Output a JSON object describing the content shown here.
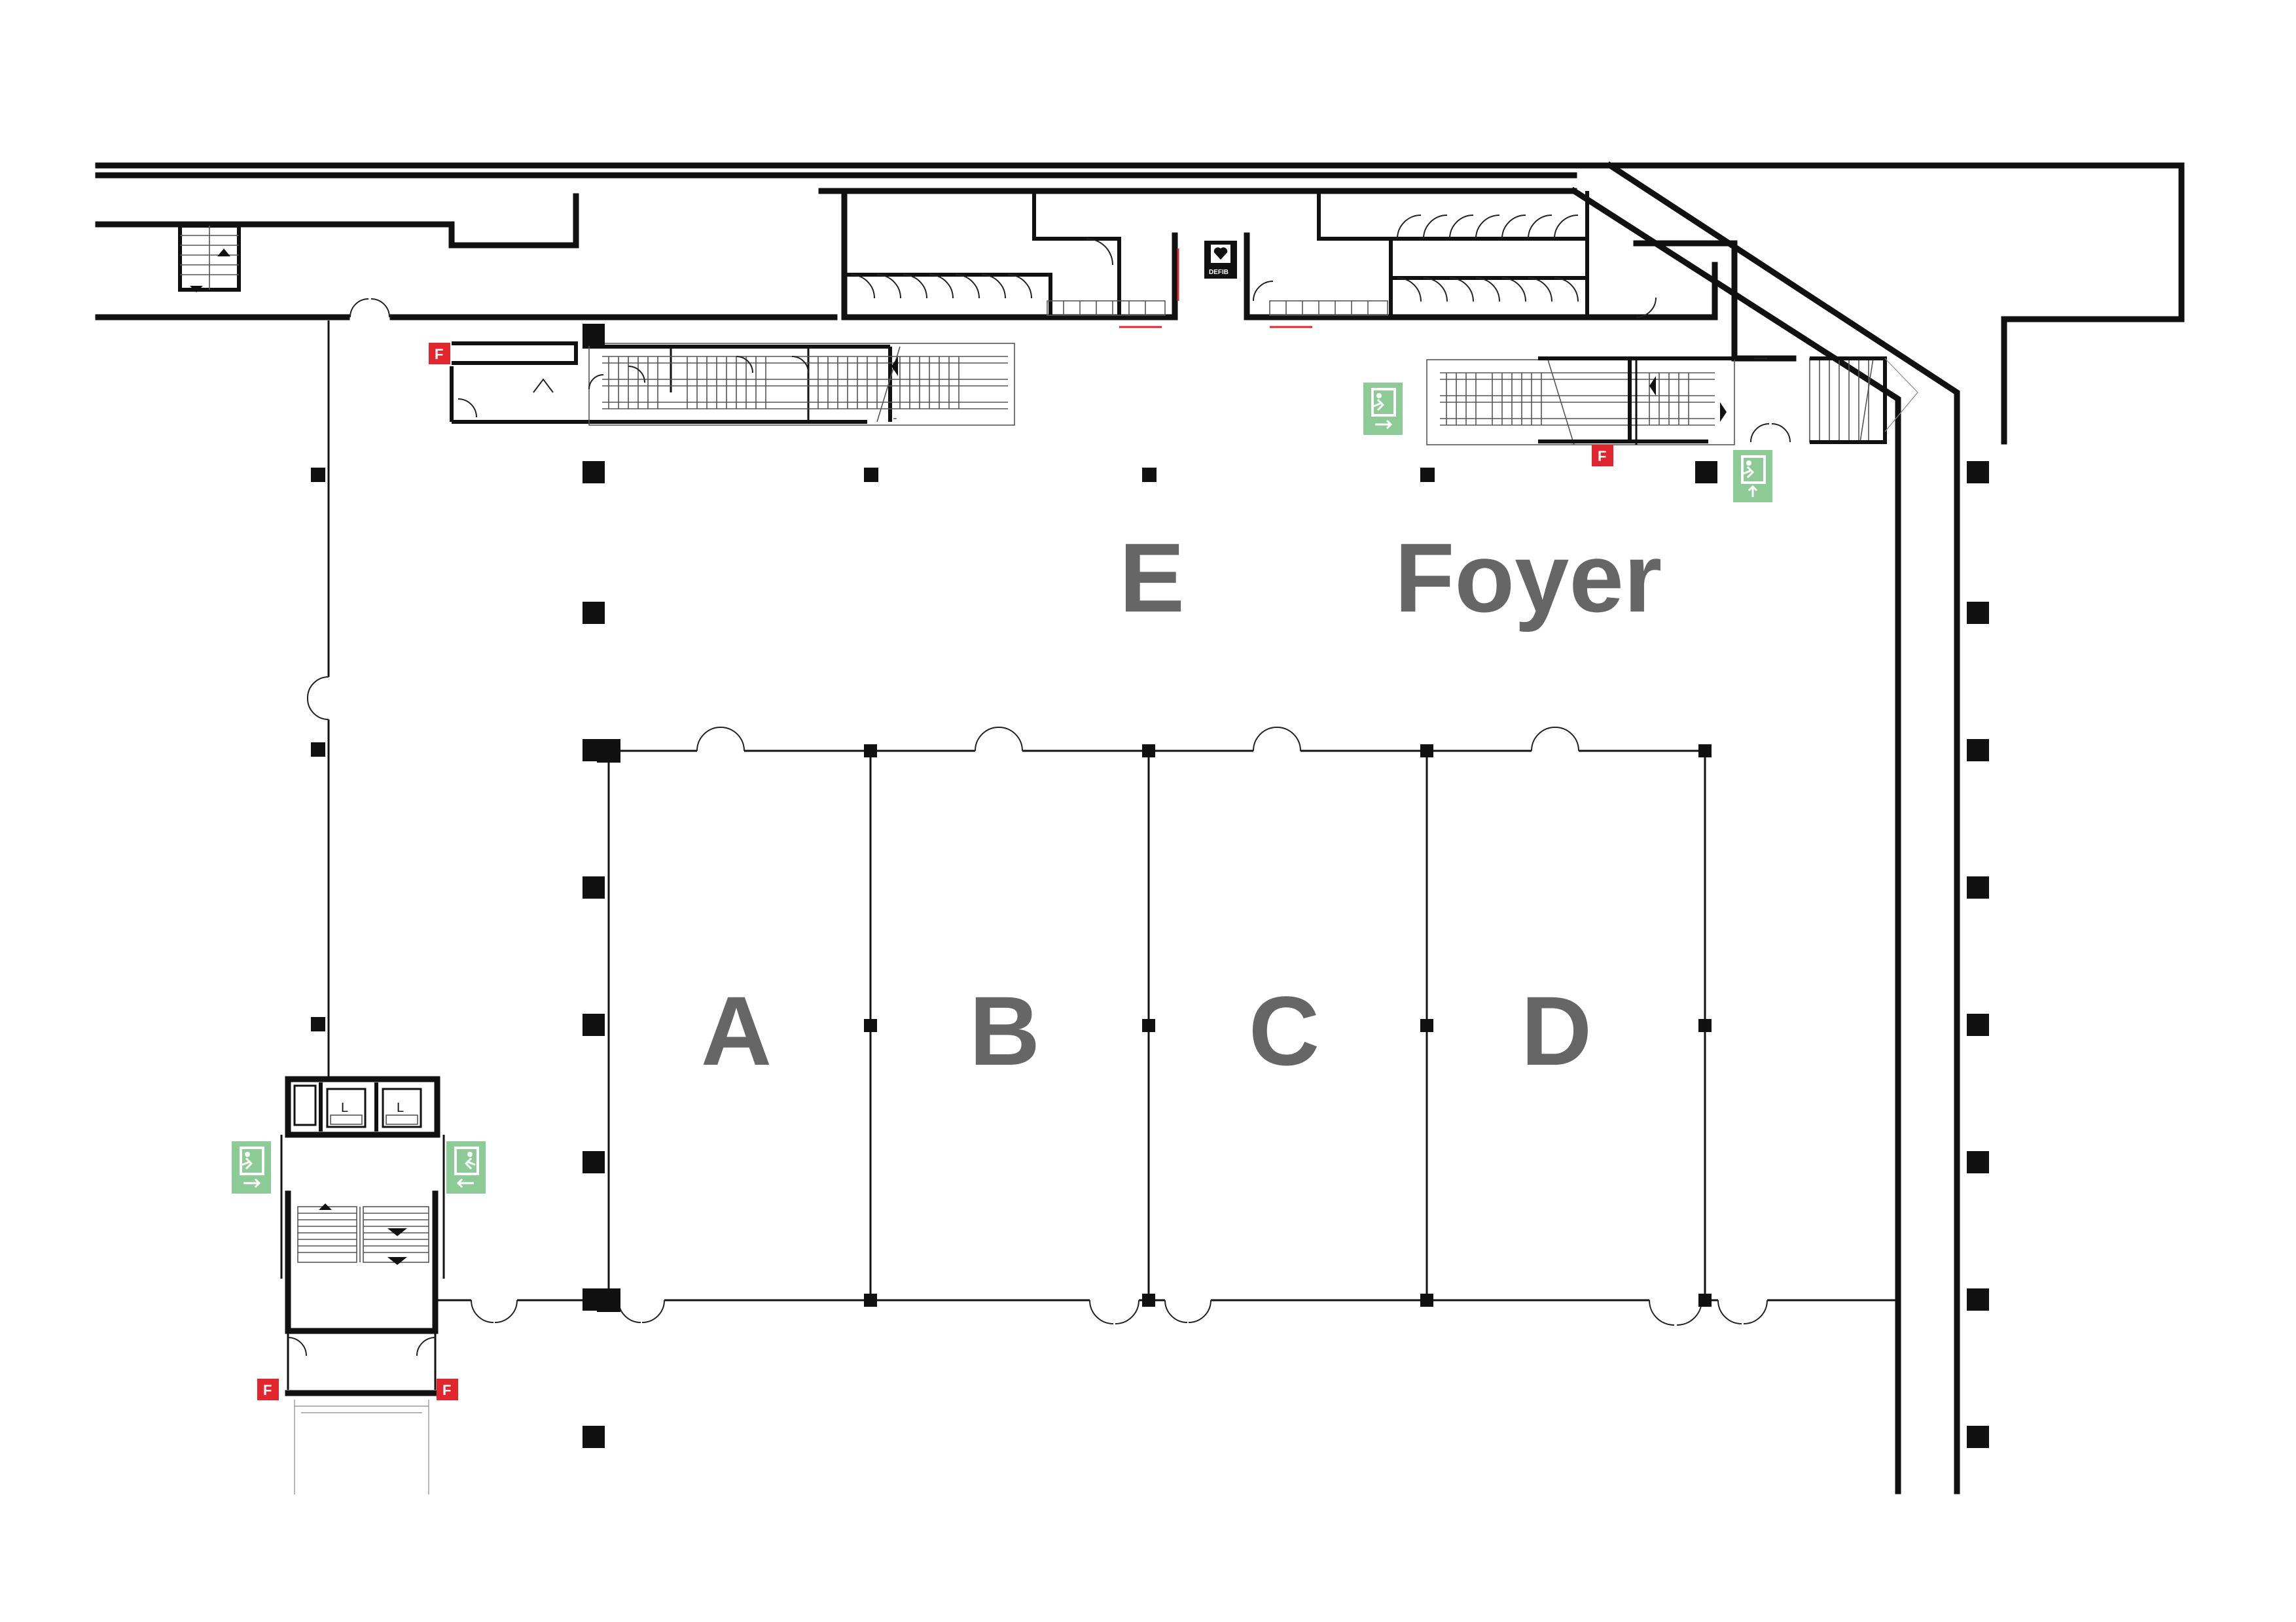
{
  "rooms": {
    "a": "A",
    "b": "B",
    "c": "C",
    "d": "D",
    "e": "E",
    "foyer": "Foyer"
  },
  "markers": {
    "fire_label": "F",
    "lift_label": "L",
    "defib_label": "DEFIB"
  },
  "colors": {
    "wall": "#111111",
    "room_label": "#666666",
    "fire_point": "#e2262d",
    "exit_sign": "#8ccb96",
    "background": "#ffffff"
  },
  "icons": {
    "fire_point": "fire-extinguisher-icon",
    "emergency_exit": "emergency-exit-icon",
    "defibrillator": "defibrillator-icon",
    "lift": "lift-icon"
  }
}
